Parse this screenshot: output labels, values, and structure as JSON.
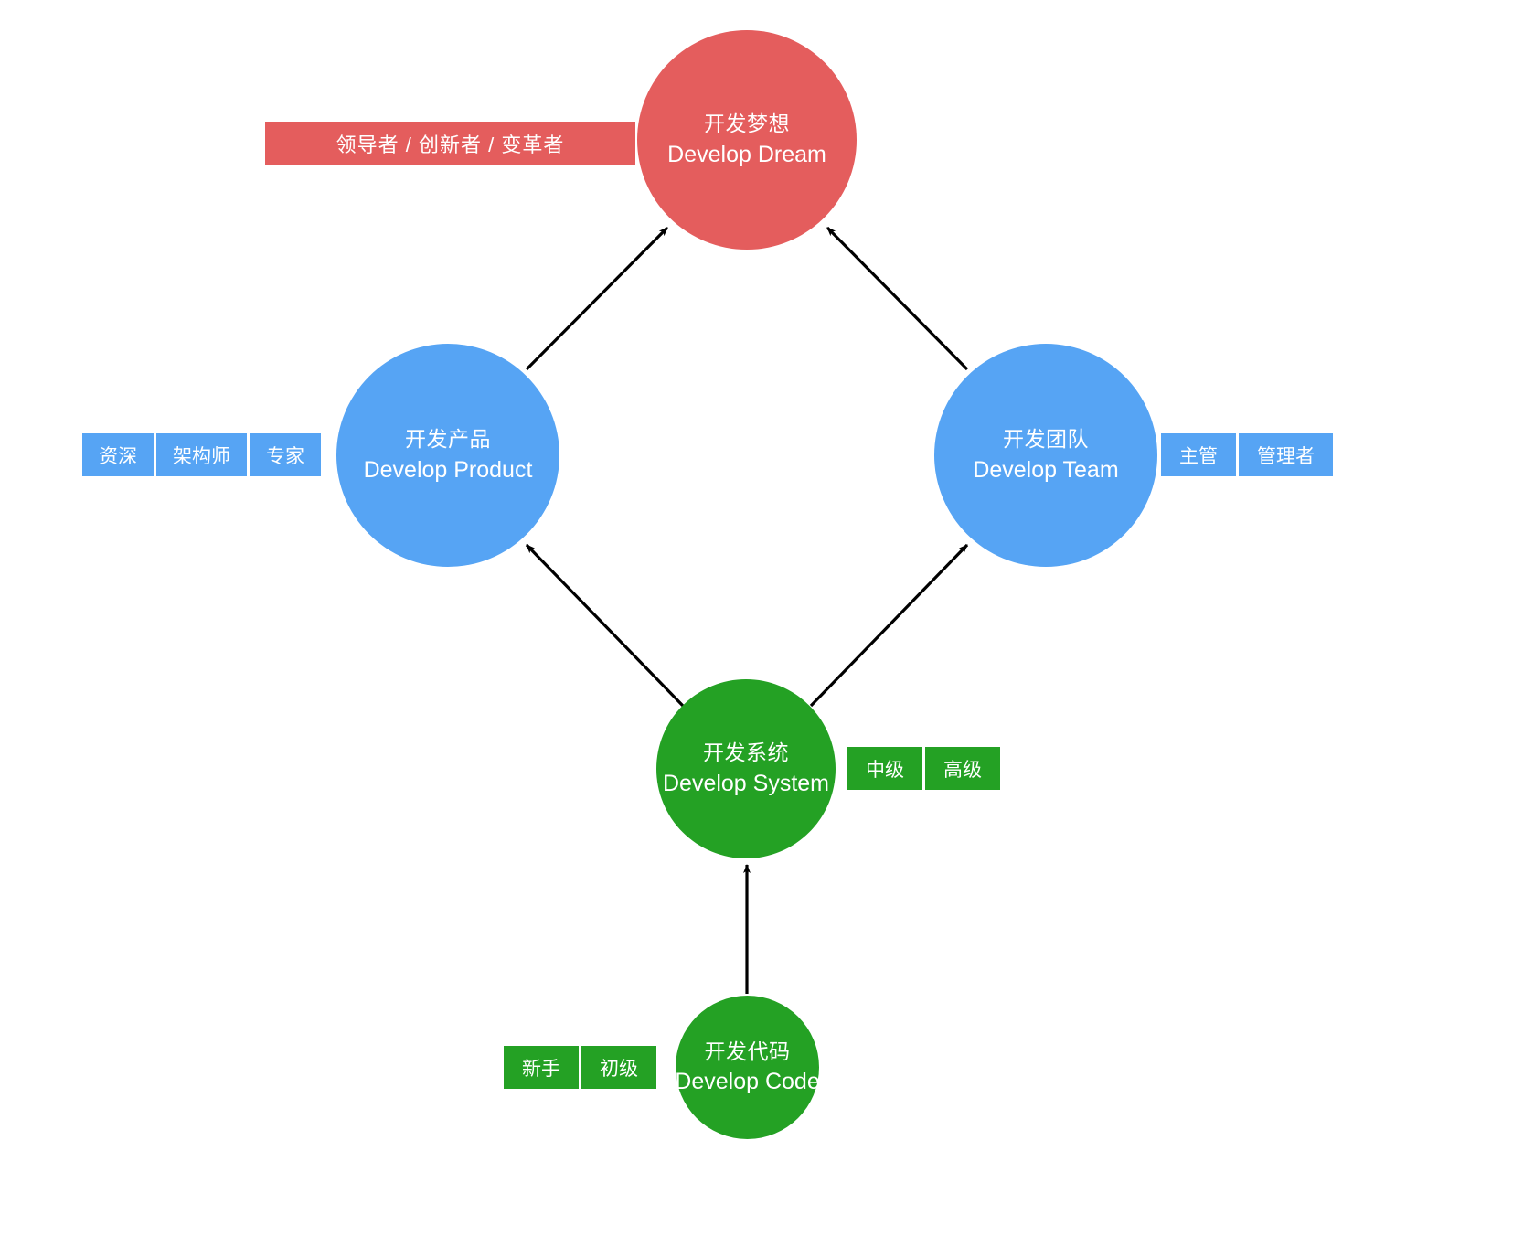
{
  "diagram": {
    "title": "Developer Growth Path Diagram",
    "colors": {
      "dream": "#E45D5D",
      "product": "#56A4F4",
      "team": "#56A4F4",
      "system": "#24A124",
      "code": "#24A124",
      "arrow": "#000000",
      "background": "#FFFFFF"
    },
    "nodes": {
      "dream": {
        "cn": "开发梦想",
        "en": "Develop Dream"
      },
      "product": {
        "cn": "开发产品",
        "en": "Develop Product"
      },
      "team": {
        "cn": "开发团队",
        "en": "Develop Team"
      },
      "system": {
        "cn": "开发系统",
        "en": "Develop System"
      },
      "code": {
        "cn": "开发代码",
        "en": "Develop Code"
      }
    },
    "tags": {
      "dream": [
        "领导者 / 创新者 / 变革者"
      ],
      "product": [
        "资深",
        "架构师",
        "专家"
      ],
      "team": [
        "主管",
        "管理者"
      ],
      "system": [
        "中级",
        "高级"
      ],
      "code": [
        "新手",
        "初级"
      ]
    },
    "edges": [
      {
        "from": "code",
        "to": "system",
        "type": "arrow"
      },
      {
        "from": "system",
        "to": "product",
        "type": "arrow"
      },
      {
        "from": "system",
        "to": "team",
        "type": "arrow"
      },
      {
        "from": "product",
        "to": "dream",
        "type": "arrow"
      },
      {
        "from": "team",
        "to": "dream",
        "type": "arrow"
      }
    ]
  }
}
